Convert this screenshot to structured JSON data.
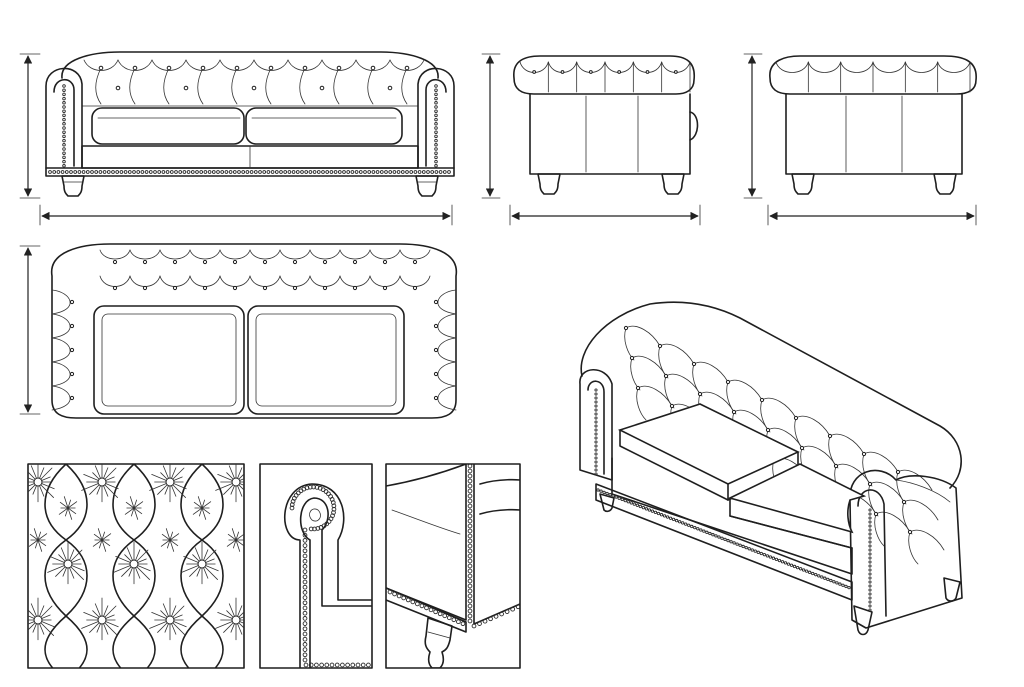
{
  "colors": {
    "ink": "#1f1f1f",
    "paper": "#ffffff"
  },
  "sheet": {
    "views": [
      {
        "id": "front-view"
      },
      {
        "id": "side-view"
      },
      {
        "id": "back-view"
      },
      {
        "id": "top-view"
      },
      {
        "id": "isometric-view"
      },
      {
        "id": "detail-tufting"
      },
      {
        "id": "detail-arm-scroll"
      },
      {
        "id": "detail-leg-corner"
      }
    ]
  }
}
